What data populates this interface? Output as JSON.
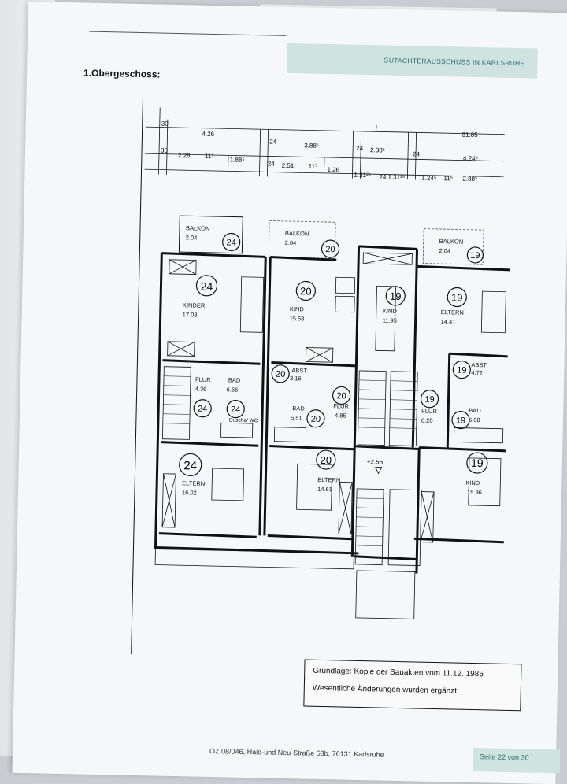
{
  "document": {
    "header_org": "GUTACHTERAUSSCHUSS IN KARLSRUHE",
    "floor_title": "1.Obergeschoss:",
    "note_line1": "Grundlage: Kopie der Bauakten vom 11.12. 1985",
    "note_line2": "Wesentliche Änderungen wurden ergänzt.",
    "footer_address": "OZ 08/046, Haid-und Neu-Straße 58b, 76131 Karlsruhe",
    "page_label": "Seite 22 von 30"
  },
  "dimensions": {
    "row1": [
      "30",
      "4.26",
      "24",
      "3.88⁵",
      "!",
      "31.85"
    ],
    "row2": [
      "30",
      "2.26",
      "11⁵",
      "1.88⁵",
      "24",
      "2.51",
      "11⁵",
      "1.26",
      "24",
      "2.38⁵",
      "24",
      "4.24⁵",
      "1.31²⁵",
      "24 1.31²⁵",
      "1.24⁵",
      "11⁵",
      "2.88⁵"
    ]
  },
  "rooms": [
    {
      "name": "BALKON",
      "area": "2.04",
      "unit": "24"
    },
    {
      "name": "BALKON",
      "area": "2.04",
      "unit": "20"
    },
    {
      "name": "BALKON",
      "area": "2.04",
      "unit": "19"
    },
    {
      "name": "KINDER",
      "area": "17.08",
      "unit": "24"
    },
    {
      "name": "KIND",
      "area": "15.58",
      "unit": "20"
    },
    {
      "name": "KIND",
      "area": "11.95",
      "unit": "19"
    },
    {
      "name": "ELTERN",
      "area": "14.41",
      "unit": "19"
    },
    {
      "name": "ABST",
      "area": "3.16",
      "unit": "20"
    },
    {
      "name": "ABST",
      "area": "4.72",
      "unit": "19"
    },
    {
      "name": "FLUR",
      "area": "4.36",
      "unit": "24"
    },
    {
      "name": "BAD",
      "area": "6.66",
      "unit": "24"
    },
    {
      "name": "BAD",
      "area": "5.51",
      "unit": "20"
    },
    {
      "name": "FLUR",
      "area": "4.85",
      "unit": "20"
    },
    {
      "name": "FLUR",
      "area": "6.20",
      "unit": "19"
    },
    {
      "name": "BAD",
      "area": "6.08",
      "unit": "19"
    },
    {
      "name": "ELTERN",
      "area": "16.02",
      "unit": "24"
    },
    {
      "name": "ELTERN",
      "area": "14.61",
      "unit": "20"
    },
    {
      "name": "KIND",
      "area": "15.96",
      "unit": "19"
    }
  ],
  "misc_labels": {
    "dusche_wc": "Dusche/ WC",
    "stair_level": "+2.55"
  },
  "colors": {
    "header_bg": "#cfe3e1",
    "header_text": "#2e6e6d",
    "line": "#111111"
  }
}
